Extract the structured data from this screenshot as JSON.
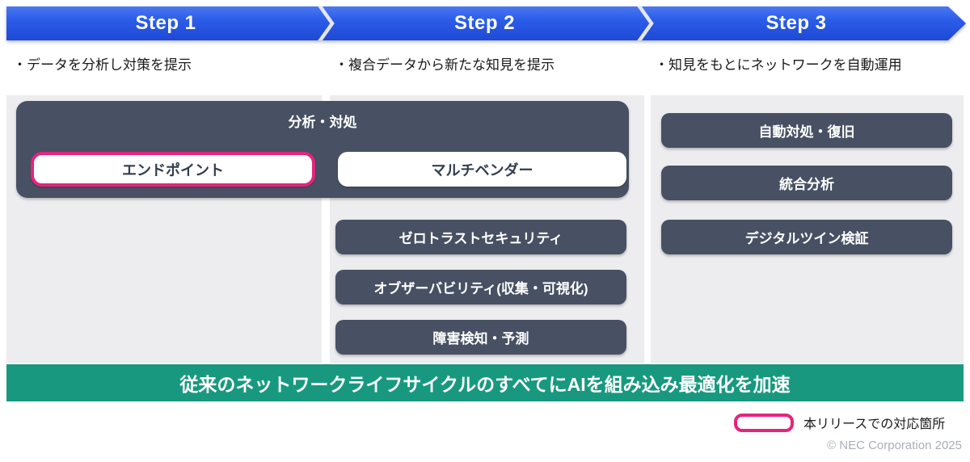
{
  "steps": [
    {
      "label": "Step 1",
      "description": "・データを分析し対策を提示"
    },
    {
      "label": "Step 2",
      "description": "・複合データから新たな知見を提示"
    },
    {
      "label": "Step 3",
      "description": "・知見をもとにネットワークを自動運用"
    }
  ],
  "analysis_group": {
    "title": "分析・対処",
    "items": [
      {
        "label": "エンドポイント",
        "highlighted": true
      },
      {
        "label": "マルチベンダー",
        "highlighted": false
      }
    ]
  },
  "step2_items": [
    "ゼロトラストセキュリティ",
    "オブザーバビリティ(収集・可視化)",
    "障害検知・予測"
  ],
  "step3_items": [
    "自動対処・復旧",
    "統合分析",
    "デジタルツイン検証"
  ],
  "bottom_banner": "従来のネットワークライフサイクルのすべてにAIを組み込み最適化を加速",
  "legend": {
    "label": "本リリースでの対応箇所"
  },
  "footer": {
    "copyright": "© NEC Corporation 2025"
  },
  "colors": {
    "banner_blue": "#2b5ce8",
    "panel_gray": "#ededef",
    "box_slate": "#485163",
    "banner_green": "#18997f",
    "highlight_pink": "#e5247d"
  }
}
